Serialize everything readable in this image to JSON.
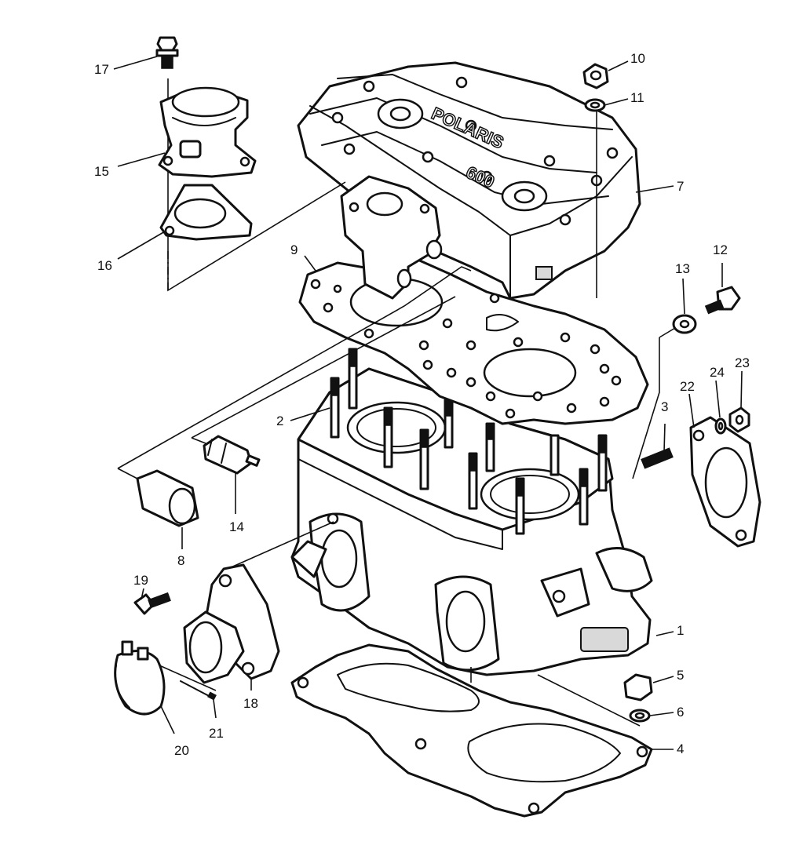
{
  "callouts": [
    {
      "label": "1"
    },
    {
      "label": "2"
    },
    {
      "label": "3"
    },
    {
      "label": "4"
    },
    {
      "label": "5"
    },
    {
      "label": "6"
    },
    {
      "label": "7"
    },
    {
      "label": "8"
    },
    {
      "label": "9"
    },
    {
      "label": "10"
    },
    {
      "label": "11"
    },
    {
      "label": "12"
    },
    {
      "label": "13"
    },
    {
      "label": "14"
    },
    {
      "label": "15"
    },
    {
      "label": "16"
    },
    {
      "label": "17"
    },
    {
      "label": "18"
    },
    {
      "label": "19"
    },
    {
      "label": "20"
    },
    {
      "label": "21"
    },
    {
      "label": "22"
    },
    {
      "label": "23"
    },
    {
      "label": "24"
    }
  ],
  "cover_emboss": [
    "POLARIS",
    "600"
  ]
}
